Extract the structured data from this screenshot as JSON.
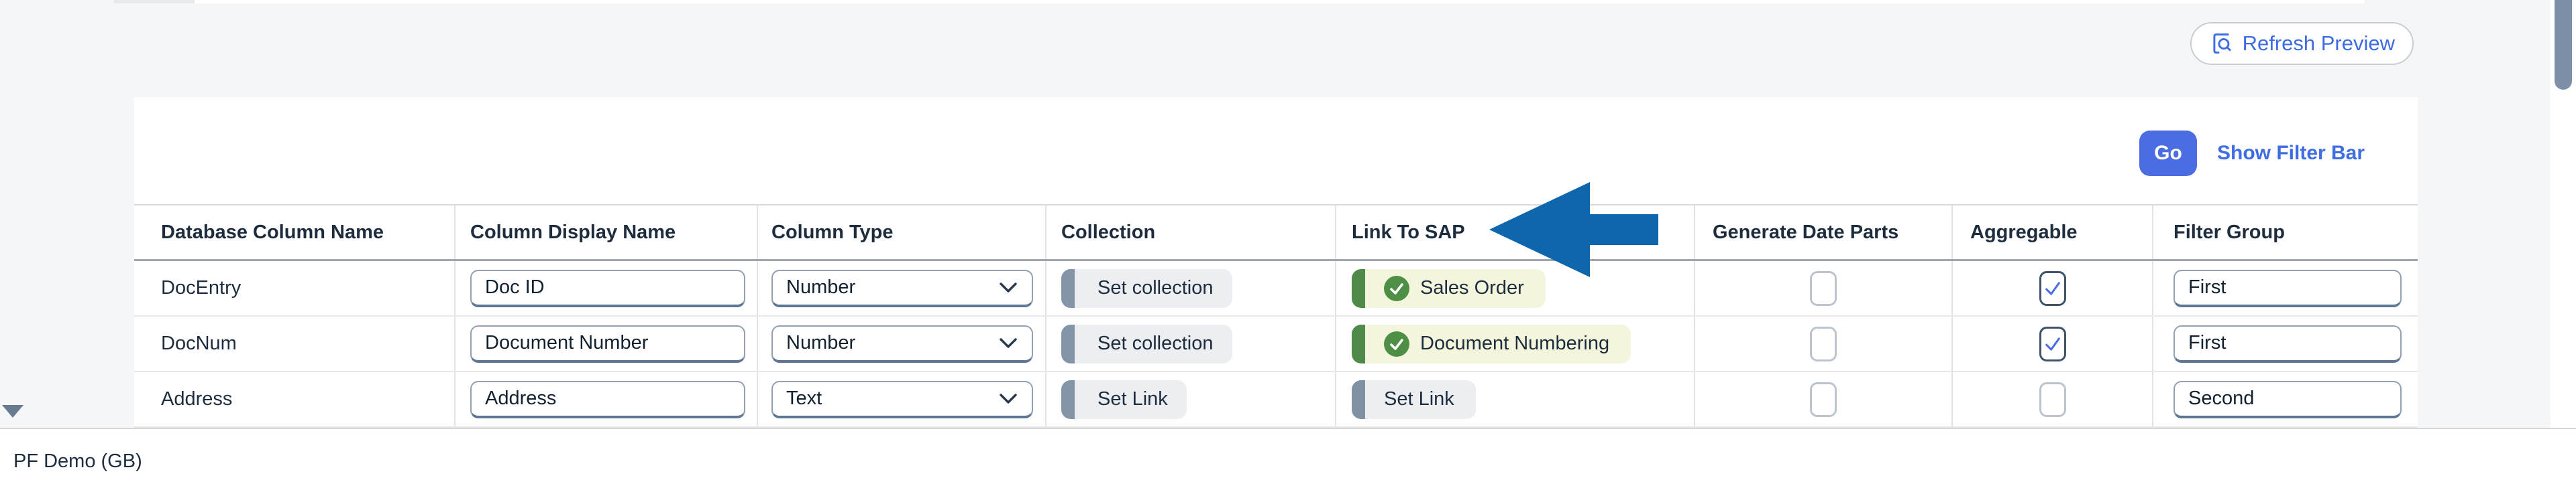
{
  "colors": {
    "accent_blue": "#3e6ce4",
    "go_button_blue": "#4a6de1",
    "arrow_blue": "#0e67ac",
    "badge_linked_bg": "#f3f6dc",
    "badge_green": "#4d8f45",
    "grip_gray": "#8595a9",
    "check_blue": "#4a6de1",
    "page_bg": "#f5f6f7"
  },
  "refresh_button": {
    "label": "Refresh Preview"
  },
  "filter_toolbar": {
    "go_label": "Go",
    "show_filter_bar_label": "Show Filter Bar"
  },
  "table": {
    "columns": [
      "Database Column Name",
      "Column Display Name",
      "Column Type",
      "Collection",
      "Link To SAP",
      "Generate Date Parts",
      "Aggregable",
      "Filter Group"
    ]
  },
  "rows": [
    {
      "db_name": "DocEntry",
      "display_name": "Doc ID",
      "type": "Number",
      "collection_label": "Set collection",
      "link": {
        "label": "Sales Order",
        "linked": true
      },
      "generate_date_parts": false,
      "aggregable": true,
      "filter_group": "First"
    },
    {
      "db_name": "DocNum",
      "display_name": "Document Number",
      "type": "Number",
      "collection_label": "Set collection",
      "link": {
        "label": "Document Numbering",
        "linked": true
      },
      "generate_date_parts": false,
      "aggregable": true,
      "filter_group": "First"
    },
    {
      "db_name": "Address",
      "display_name": "Address",
      "type": "Text",
      "collection_label": "Set Link",
      "link": {
        "label": "Set Link",
        "linked": false
      },
      "generate_date_parts": false,
      "aggregable": false,
      "filter_group": "Second"
    }
  ],
  "annotation_arrow": {
    "direction": "left",
    "points_at": "Link To SAP",
    "color": "#0e67ac"
  },
  "footer": {
    "text": "PF Demo (GB)"
  }
}
